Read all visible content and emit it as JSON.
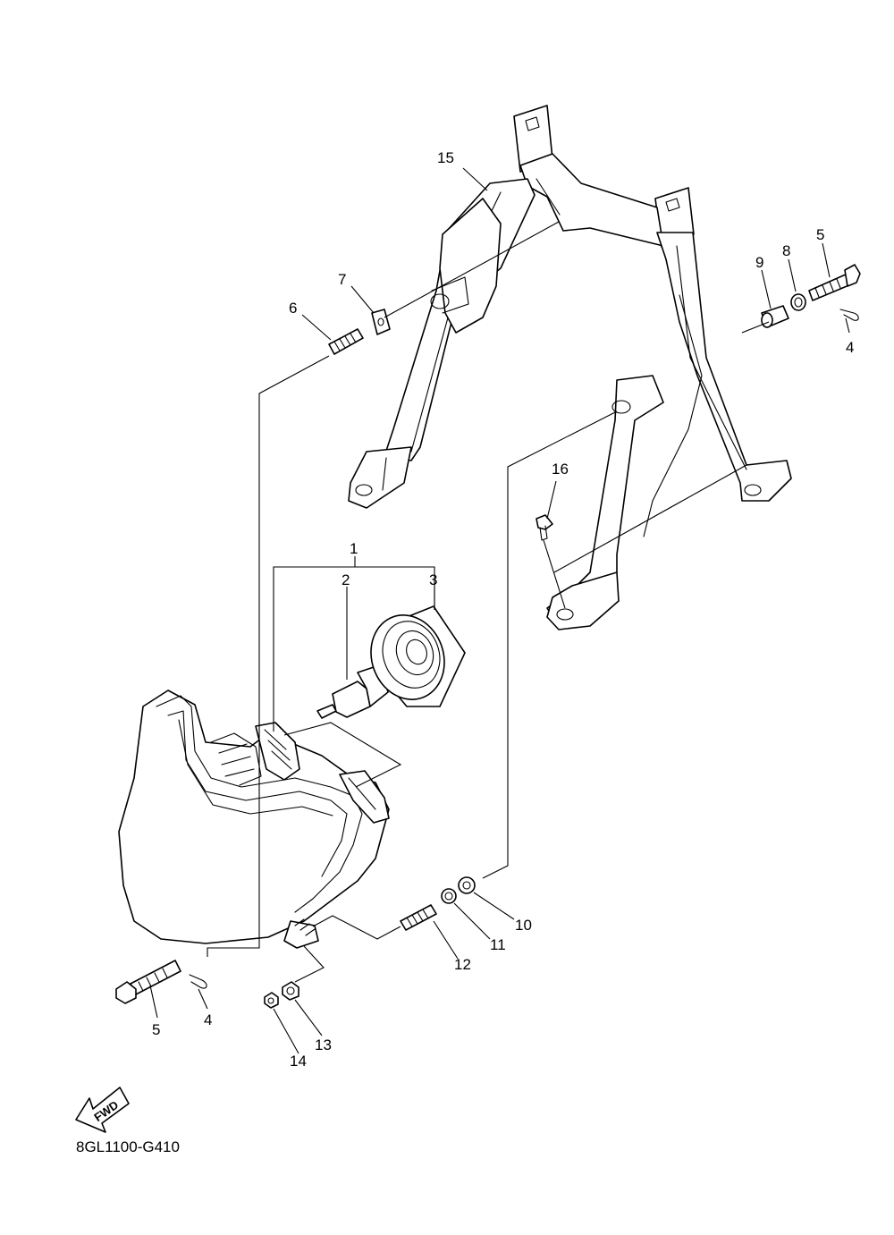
{
  "diagram": {
    "code": "8GL1100-G410",
    "direction_label": "FWD",
    "callouts": [
      {
        "id": "c1",
        "label": "1"
      },
      {
        "id": "c2",
        "label": "2"
      },
      {
        "id": "c3",
        "label": "3"
      },
      {
        "id": "c4a",
        "label": "4"
      },
      {
        "id": "c4b",
        "label": "4"
      },
      {
        "id": "c5a",
        "label": "5"
      },
      {
        "id": "c5b",
        "label": "5"
      },
      {
        "id": "c6",
        "label": "6"
      },
      {
        "id": "c7",
        "label": "7"
      },
      {
        "id": "c8",
        "label": "8"
      },
      {
        "id": "c9",
        "label": "9"
      },
      {
        "id": "c10",
        "label": "10"
      },
      {
        "id": "c11",
        "label": "11"
      },
      {
        "id": "c12",
        "label": "12"
      },
      {
        "id": "c13",
        "label": "13"
      },
      {
        "id": "c14",
        "label": "14"
      },
      {
        "id": "c15",
        "label": "15"
      },
      {
        "id": "c16",
        "label": "16"
      }
    ]
  }
}
